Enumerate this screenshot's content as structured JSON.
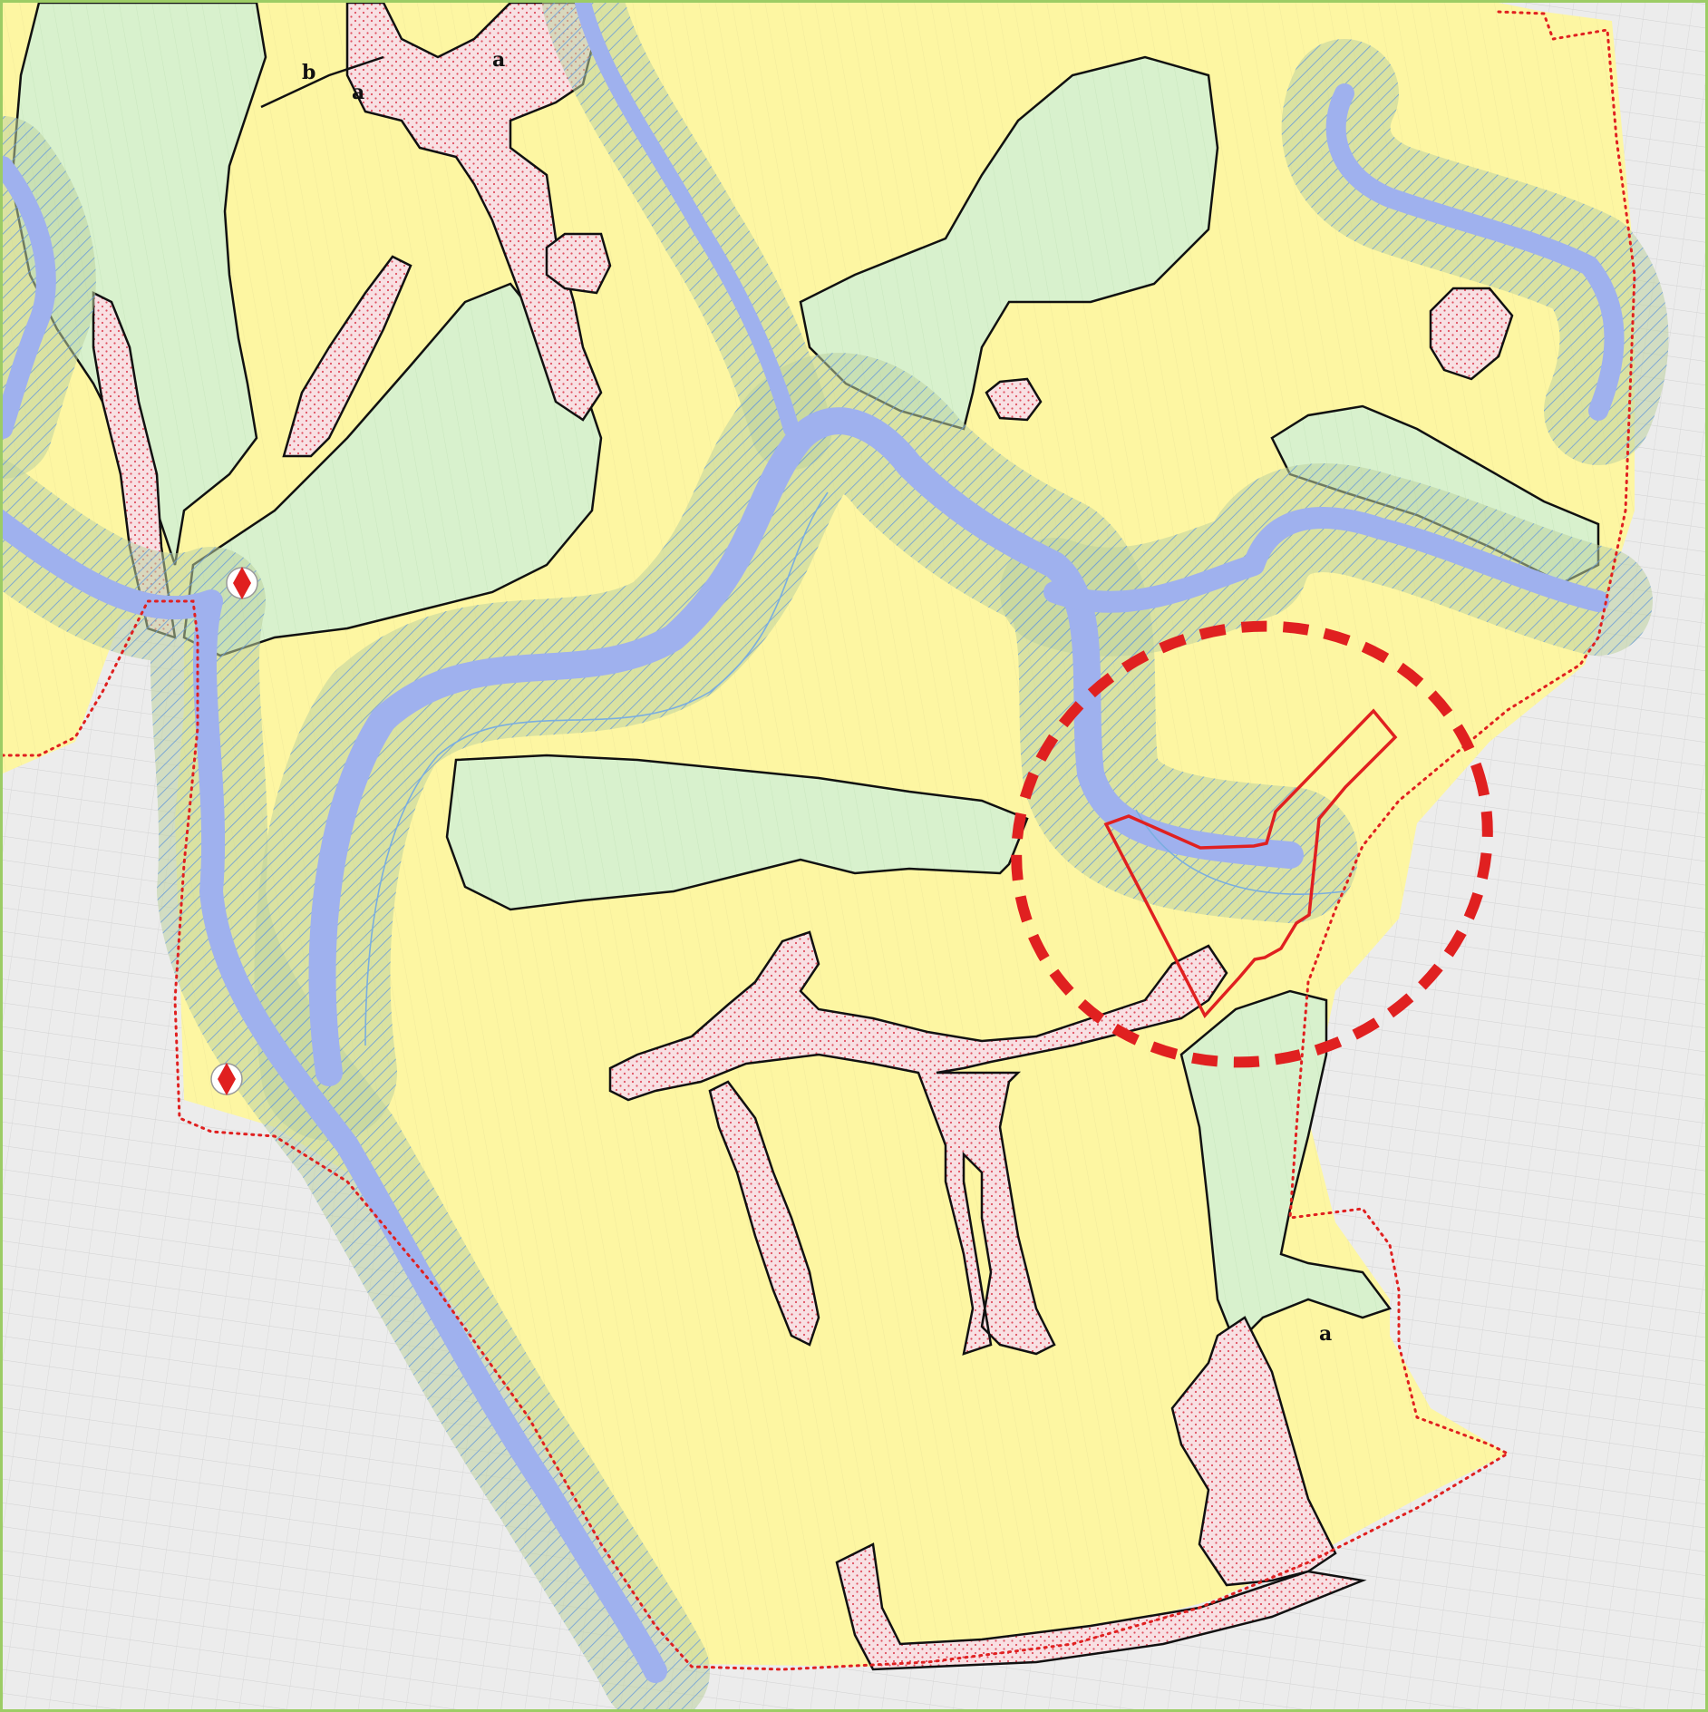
{
  "map": {
    "labels": {
      "a_top": "a",
      "a_upper_left": "a",
      "b_upper_left": "b",
      "a_lower_right": "a"
    },
    "colors": {
      "background": "#ececec",
      "frame_border": "#9ccc65",
      "zone_yellow": "#fdf6a2",
      "zone_green": "#d7f1cc",
      "zone_pink_dotted": "#f7dde0",
      "dot_red": "#e05060",
      "channel_blue": "#9fb1ee",
      "hatch_blue": "#6a9cd8",
      "boundary_red": "#e02020",
      "outline_black": "#111111"
    },
    "icons": [
      "red-diamond-marker-icon",
      "red-diamond-marker-icon"
    ]
  }
}
